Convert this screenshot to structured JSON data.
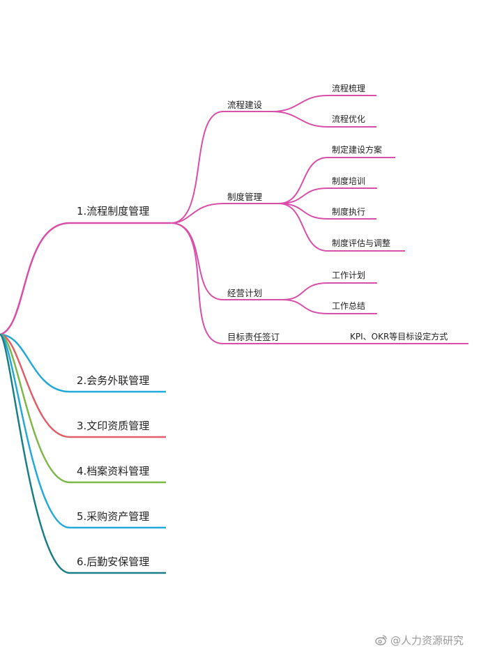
{
  "colors": {
    "branch1": "#d94ea9",
    "branch2": "#23a9d9",
    "branch3": "#e15d67",
    "branch4": "#7cb846",
    "branch5": "#23a9d9",
    "branch6": "#1a7e86"
  },
  "branches": [
    {
      "label": "1.流程制度管理",
      "children": [
        {
          "label": "流程建设",
          "leaves": [
            "流程梳理",
            "流程优化"
          ]
        },
        {
          "label": "制度管理",
          "leaves": [
            "制定建设方案",
            "制度培训",
            "制度执行",
            "制度评估与调整"
          ]
        },
        {
          "label": "经营计划",
          "leaves": [
            "工作计划",
            "工作总结"
          ]
        },
        {
          "label": "目标责任签订",
          "leaves": [
            "KPI、OKR等目标设定方式"
          ]
        }
      ]
    },
    {
      "label": "2.会务外联管理"
    },
    {
      "label": "3.文印资质管理"
    },
    {
      "label": "4.档案资料管理"
    },
    {
      "label": "5.采购资产管理"
    },
    {
      "label": "6.后勤安保管理"
    }
  ],
  "watermark": {
    "icon": "weibo-icon",
    "text": "@人力资源研究"
  }
}
